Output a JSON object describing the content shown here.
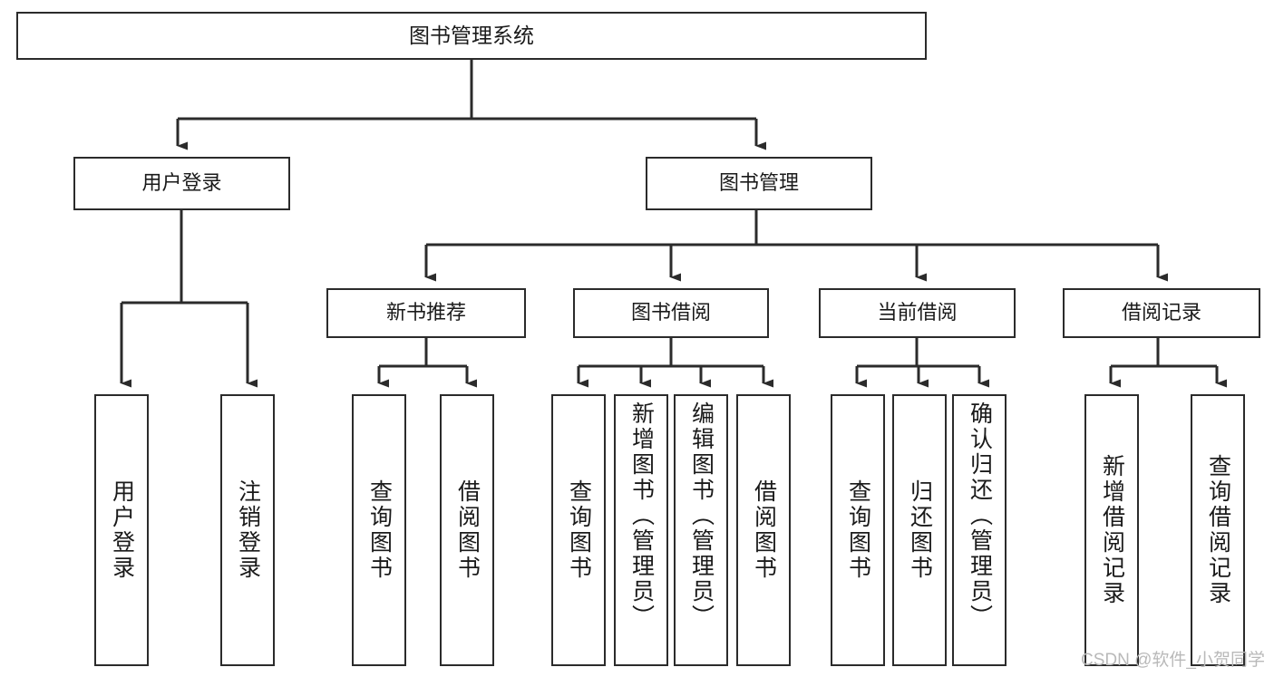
{
  "diagram": {
    "type": "tree",
    "title": "图书管理系统",
    "colors": {
      "stroke": "#2b2b2b",
      "fill": "#ffffff",
      "text": "#1a1a1a",
      "watermark": "#b9b9b9"
    },
    "nodes": {
      "root": {
        "label": "图书管理系统",
        "level": 1,
        "orientation": "horizontal"
      },
      "user_login": {
        "label": "用户登录",
        "level": 2,
        "orientation": "horizontal"
      },
      "book_manage": {
        "label": "图书管理",
        "level": 2,
        "orientation": "horizontal"
      },
      "new_book_rec": {
        "label": "新书推荐",
        "level": 3,
        "orientation": "horizontal"
      },
      "book_borrow": {
        "label": "图书借阅",
        "level": 3,
        "orientation": "horizontal"
      },
      "current_borrow": {
        "label": "当前借阅",
        "level": 3,
        "orientation": "horizontal"
      },
      "borrow_record": {
        "label": "借阅记录",
        "level": 3,
        "orientation": "horizontal"
      },
      "leaf_user_login": {
        "label": "用户登录",
        "level": 4,
        "orientation": "vertical"
      },
      "leaf_user_logout": {
        "label": "注销登录",
        "level": 4,
        "orientation": "vertical"
      },
      "leaf_rec_query": {
        "label": "查询图书",
        "level": 4,
        "orientation": "vertical"
      },
      "leaf_rec_borrow": {
        "label": "借阅图书",
        "level": 4,
        "orientation": "vertical"
      },
      "leaf_borrow_query": {
        "label": "查询图书",
        "level": 4,
        "orientation": "vertical"
      },
      "leaf_borrow_add": {
        "label": "新增图书（管理员）",
        "level": 4,
        "orientation": "vertical"
      },
      "leaf_borrow_edit": {
        "label": "编辑图书（管理员）",
        "level": 4,
        "orientation": "vertical"
      },
      "leaf_borrow_lend": {
        "label": "借阅图书",
        "level": 4,
        "orientation": "vertical"
      },
      "leaf_cur_query": {
        "label": "查询图书",
        "level": 4,
        "orientation": "vertical"
      },
      "leaf_cur_return": {
        "label": "归还图书",
        "level": 4,
        "orientation": "vertical"
      },
      "leaf_cur_confirm": {
        "label": "确认归还（管理员）",
        "level": 4,
        "orientation": "vertical"
      },
      "leaf_rec_add": {
        "label": "新增借阅记录",
        "level": 4,
        "orientation": "vertical"
      },
      "leaf_rec_query2": {
        "label": "查询借阅记录",
        "level": 4,
        "orientation": "vertical"
      }
    },
    "edges": [
      {
        "from": "root",
        "to": "user_login"
      },
      {
        "from": "root",
        "to": "book_manage"
      },
      {
        "from": "book_manage",
        "to": "new_book_rec"
      },
      {
        "from": "book_manage",
        "to": "book_borrow"
      },
      {
        "from": "book_manage",
        "to": "current_borrow"
      },
      {
        "from": "book_manage",
        "to": "borrow_record"
      },
      {
        "from": "user_login",
        "to": "leaf_user_login"
      },
      {
        "from": "user_login",
        "to": "leaf_user_logout"
      },
      {
        "from": "new_book_rec",
        "to": "leaf_rec_query"
      },
      {
        "from": "new_book_rec",
        "to": "leaf_rec_borrow"
      },
      {
        "from": "book_borrow",
        "to": "leaf_borrow_query"
      },
      {
        "from": "book_borrow",
        "to": "leaf_borrow_add"
      },
      {
        "from": "book_borrow",
        "to": "leaf_borrow_edit"
      },
      {
        "from": "book_borrow",
        "to": "leaf_borrow_lend"
      },
      {
        "from": "current_borrow",
        "to": "leaf_cur_query"
      },
      {
        "from": "current_borrow",
        "to": "leaf_cur_return"
      },
      {
        "from": "current_borrow",
        "to": "leaf_cur_confirm"
      },
      {
        "from": "borrow_record",
        "to": "leaf_rec_add"
      },
      {
        "from": "borrow_record",
        "to": "leaf_rec_query2"
      }
    ]
  },
  "watermark": {
    "text": "CSDN @软件_小贺同学"
  }
}
